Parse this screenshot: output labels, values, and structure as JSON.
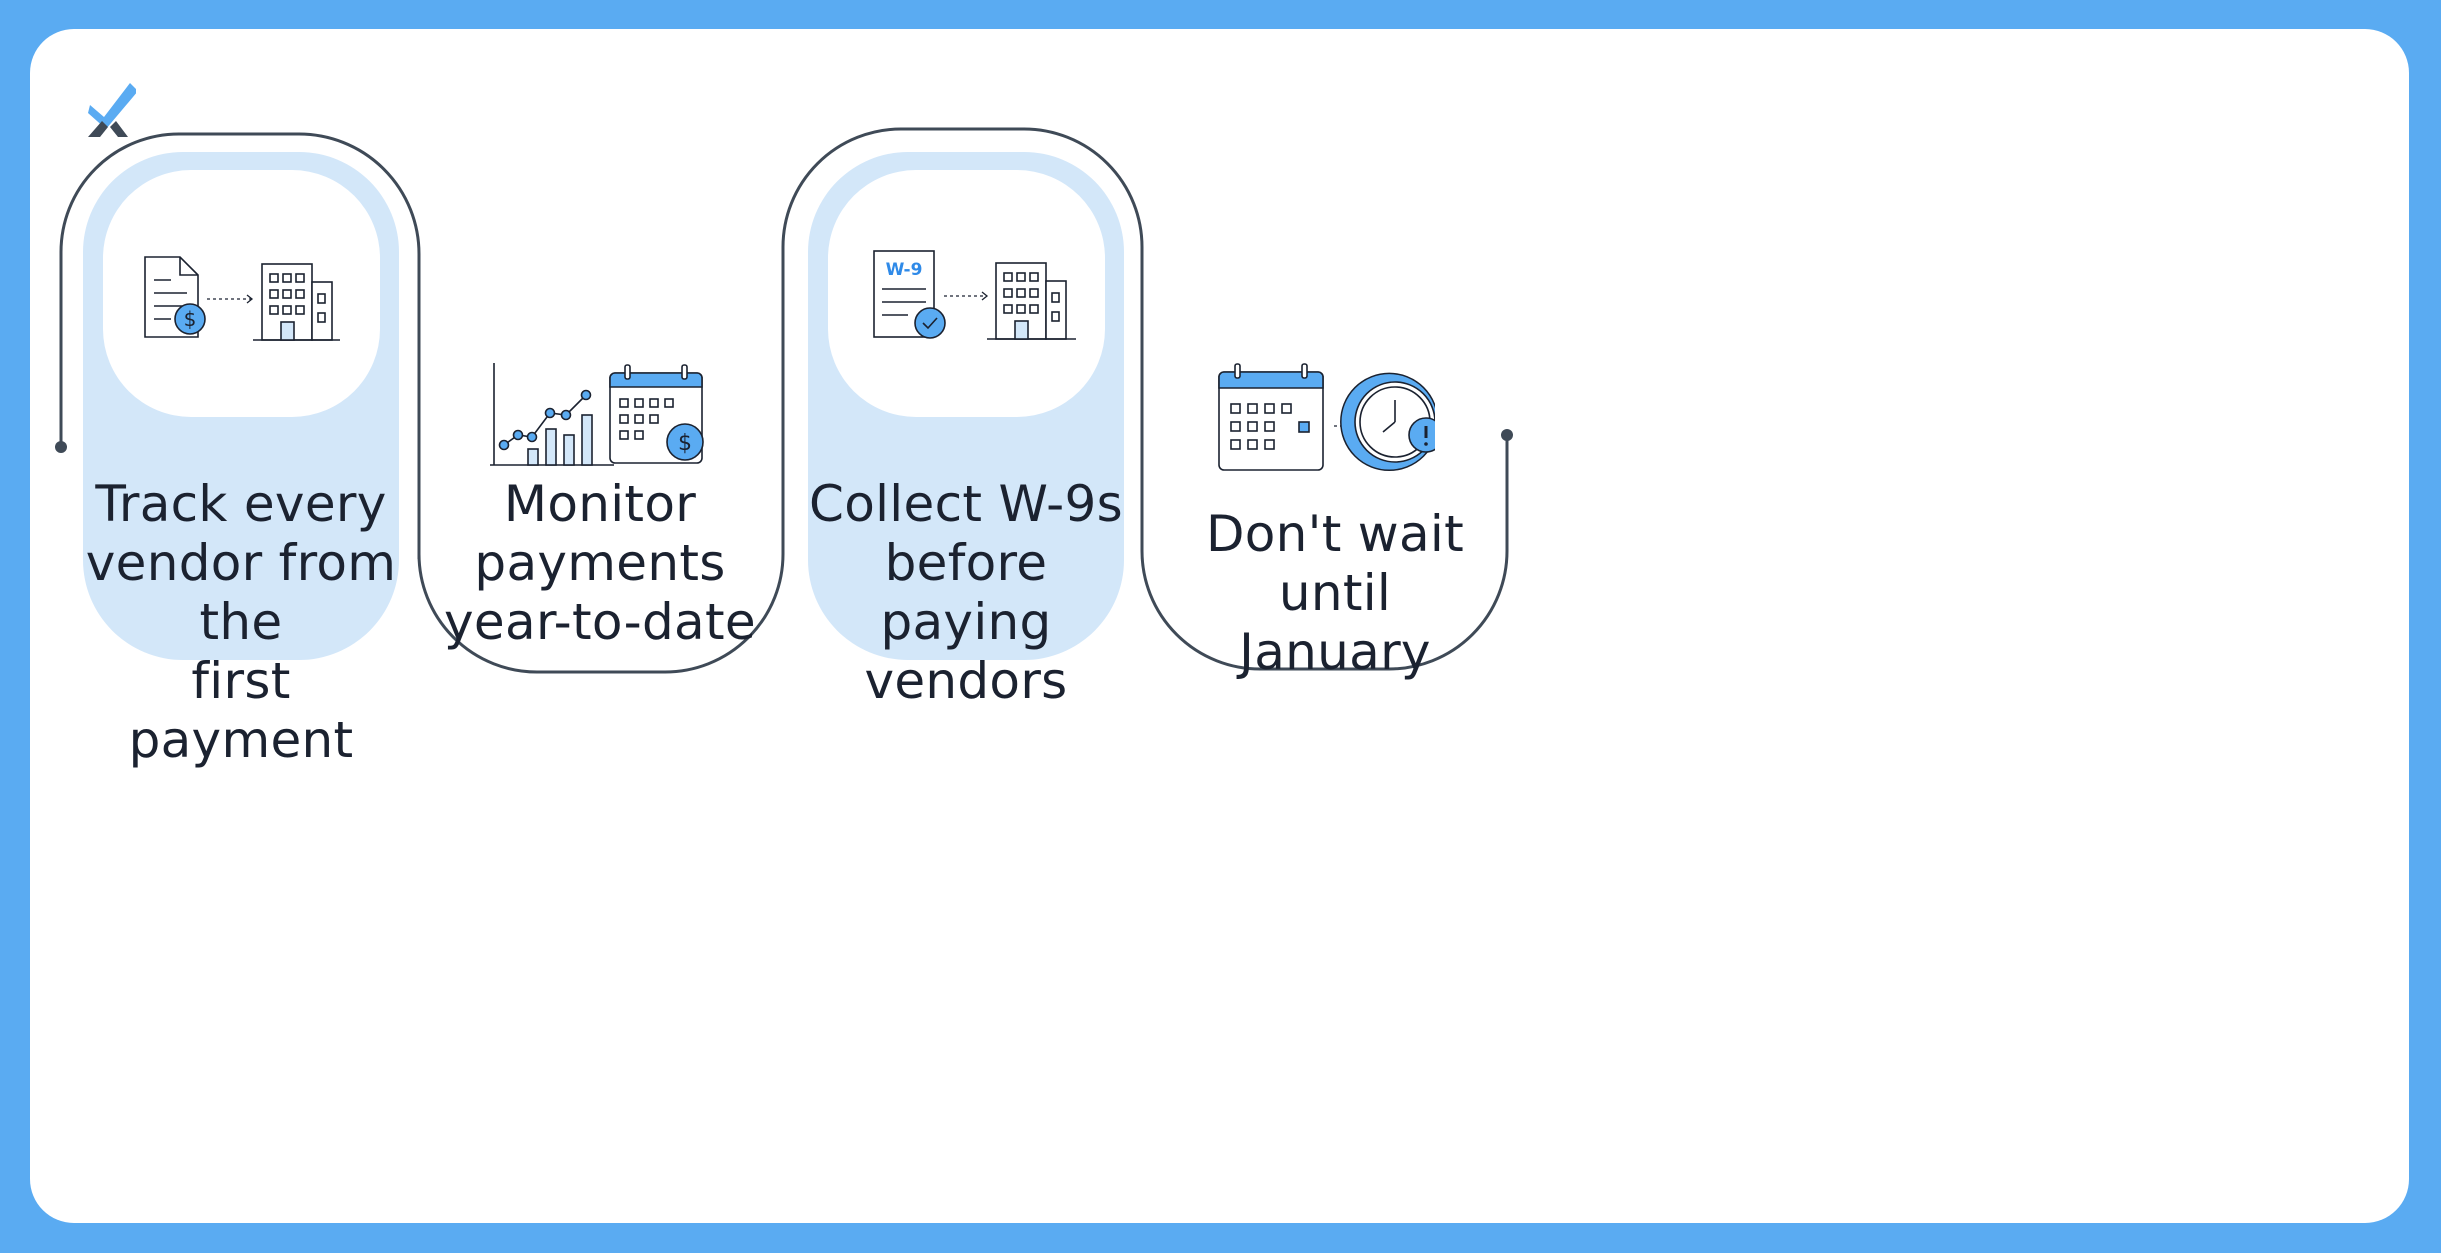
{
  "logo": {
    "icon": "checkmark-x-logo",
    "colors": {
      "check": "#5aabf2",
      "base": "#3f4a57"
    }
  },
  "colors": {
    "frame": "#5aabf2",
    "panel": "#d3e7f9",
    "accent": "#5aabf2",
    "line": "#3f4a57",
    "text": "#1b2230"
  },
  "steps": [
    {
      "label": "Track every\nvendor from the\nfirst payment",
      "icons": [
        "invoice-dollar-icon",
        "arrow-right-icon",
        "office-building-icon"
      ]
    },
    {
      "label": "Monitor\npayments\nyear-to-date",
      "icons": [
        "line-bar-chart-icon",
        "calendar-dollar-icon"
      ]
    },
    {
      "label": "Collect W-9s\nbefore paying\nvendors",
      "badge": "W-9",
      "icons": [
        "w9-form-check-icon",
        "arrow-right-icon",
        "office-building-icon"
      ]
    },
    {
      "label": "Don't wait until\nJanuary",
      "icons": [
        "calendar-icon",
        "arrow-right-icon",
        "clock-alert-icon"
      ]
    }
  ]
}
